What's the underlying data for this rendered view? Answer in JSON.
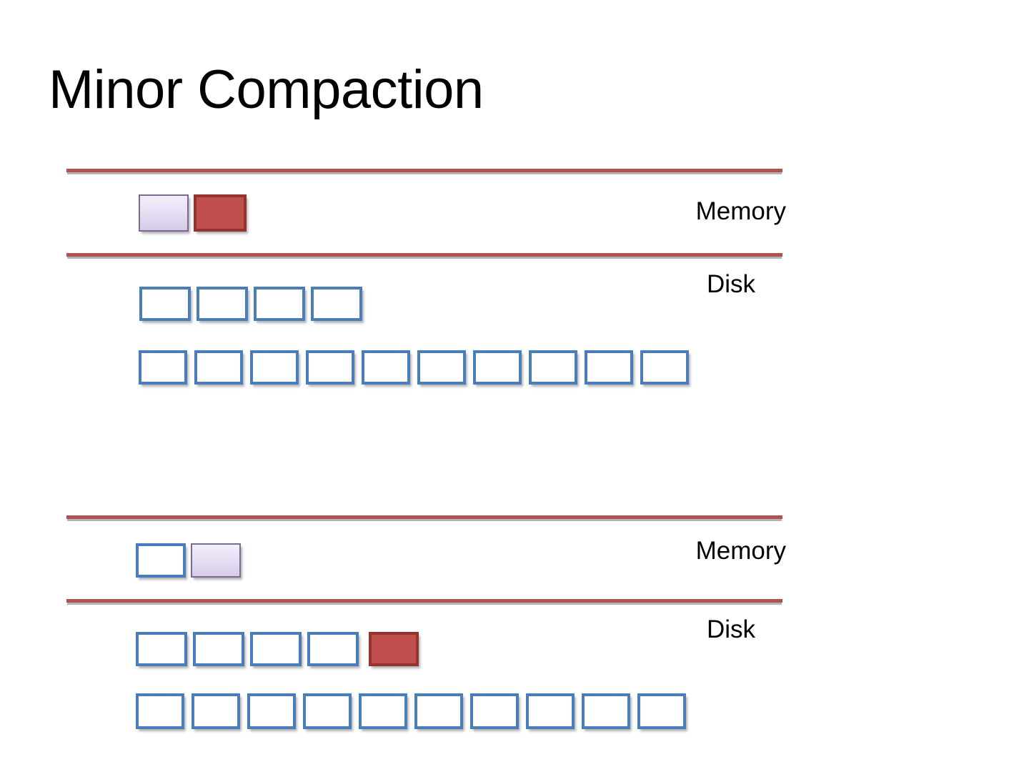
{
  "slide": {
    "title": "Minor Compaction",
    "background_color": "#ffffff"
  },
  "colors": {
    "rule_red": "#b0534f",
    "rule_shadow_grey": "#b3b3b3",
    "sstable_border_blue": "#4a7ebb",
    "sstable_fill_white": "#ffffff",
    "memtable_flush_red_fill": "#c0504d",
    "memtable_flush_red_border": "#96332f",
    "memtable_lavender_top": "#f2eff9",
    "memtable_lavender_bottom": "#d5cbe9",
    "memtable_lavender_border": "#7d6a90",
    "title_text": "#000000",
    "label_text": "#000000"
  },
  "panels": [
    {
      "id": "before",
      "memory": {
        "label": "Memory",
        "blocks": [
          {
            "style": "lavender",
            "name": "active-memtable-block"
          },
          {
            "style": "red",
            "name": "flushing-memtable-block"
          }
        ]
      },
      "disk": {
        "label": "Disk",
        "rows": [
          {
            "name": "disk-level-0-row",
            "blocks": [
              {
                "style": "outline"
              },
              {
                "style": "outline"
              },
              {
                "style": "outline"
              },
              {
                "style": "outline"
              }
            ]
          },
          {
            "name": "disk-level-1-row",
            "blocks": [
              {
                "style": "outline"
              },
              {
                "style": "outline"
              },
              {
                "style": "outline"
              },
              {
                "style": "outline"
              },
              {
                "style": "outline"
              },
              {
                "style": "outline"
              },
              {
                "style": "outline"
              },
              {
                "style": "outline"
              },
              {
                "style": "outline"
              },
              {
                "style": "outline"
              }
            ]
          }
        ]
      }
    },
    {
      "id": "after",
      "memory": {
        "label": "Memory",
        "blocks": [
          {
            "style": "outline",
            "name": "emptied-memtable-block"
          },
          {
            "style": "lavender",
            "name": "active-memtable-block"
          }
        ]
      },
      "disk": {
        "label": "Disk",
        "rows": [
          {
            "name": "disk-level-0-row",
            "blocks": [
              {
                "style": "outline"
              },
              {
                "style": "outline"
              },
              {
                "style": "outline"
              },
              {
                "style": "outline"
              },
              {
                "style": "spacer"
              },
              {
                "style": "red",
                "name": "newly-flushed-sstable-block"
              }
            ]
          },
          {
            "name": "disk-level-1-row",
            "blocks": [
              {
                "style": "outline"
              },
              {
                "style": "outline"
              },
              {
                "style": "outline"
              },
              {
                "style": "outline"
              },
              {
                "style": "outline"
              },
              {
                "style": "outline"
              },
              {
                "style": "outline"
              },
              {
                "style": "outline"
              },
              {
                "style": "outline"
              },
              {
                "style": "outline"
              }
            ]
          }
        ]
      }
    }
  ]
}
